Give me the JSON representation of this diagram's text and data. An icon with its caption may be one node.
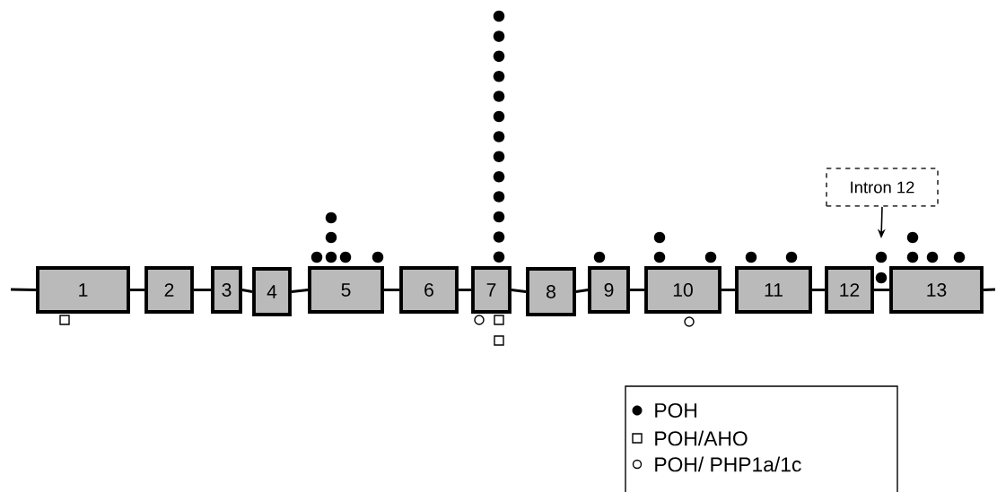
{
  "diagram": {
    "nodes": [
      {
        "text": [
          "1"
        ]
      },
      {
        "text": [
          "2"
        ]
      },
      {
        "text": [
          "3"
        ]
      },
      {
        "text": [
          "4"
        ]
      },
      {
        "text": [
          "5"
        ]
      },
      {
        "text": [
          "6"
        ]
      },
      {
        "text": [
          "7"
        ]
      },
      {
        "text": [
          "8"
        ]
      },
      {
        "text": [
          "9"
        ]
      },
      {
        "text": [
          "10"
        ]
      },
      {
        "text": [
          "11"
        ]
      },
      {
        "text": [
          "12"
        ]
      },
      {
        "text": [
          "13"
        ]
      },
      {
        "text": [
          "Intron 12"
        ]
      }
    ],
    "edges": [
      {
        "from": null,
        "to": 0,
        "arrow": "none"
      },
      {
        "from": 0,
        "to": 1,
        "arrow": "none"
      },
      {
        "from": 1,
        "to": 2,
        "arrow": "none"
      },
      {
        "from": 2,
        "to": 3,
        "arrow": "none"
      },
      {
        "from": 3,
        "to": 4,
        "arrow": "none"
      },
      {
        "from": 4,
        "to": 5,
        "arrow": "none"
      },
      {
        "from": 5,
        "to": 6,
        "arrow": "none"
      },
      {
        "from": 6,
        "to": 7,
        "arrow": "none"
      },
      {
        "from": 7,
        "to": 8,
        "arrow": "none"
      },
      {
        "from": 8,
        "to": 9,
        "arrow": "none"
      },
      {
        "from": 9,
        "to": 10,
        "arrow": "none"
      },
      {
        "from": 10,
        "to": 11,
        "arrow": "none"
      },
      {
        "from": 11,
        "to": 12,
        "arrow": "none"
      },
      {
        "from": 12,
        "to": null,
        "arrow": "none"
      },
      {
        "from": 13,
        "to": null,
        "arrow": "to"
      }
    ],
    "legend": [
      {
        "text": "POH"
      },
      {
        "text": "POH/AHO"
      },
      {
        "text": "POH/ PHP1a/1c"
      }
    ]
  }
}
